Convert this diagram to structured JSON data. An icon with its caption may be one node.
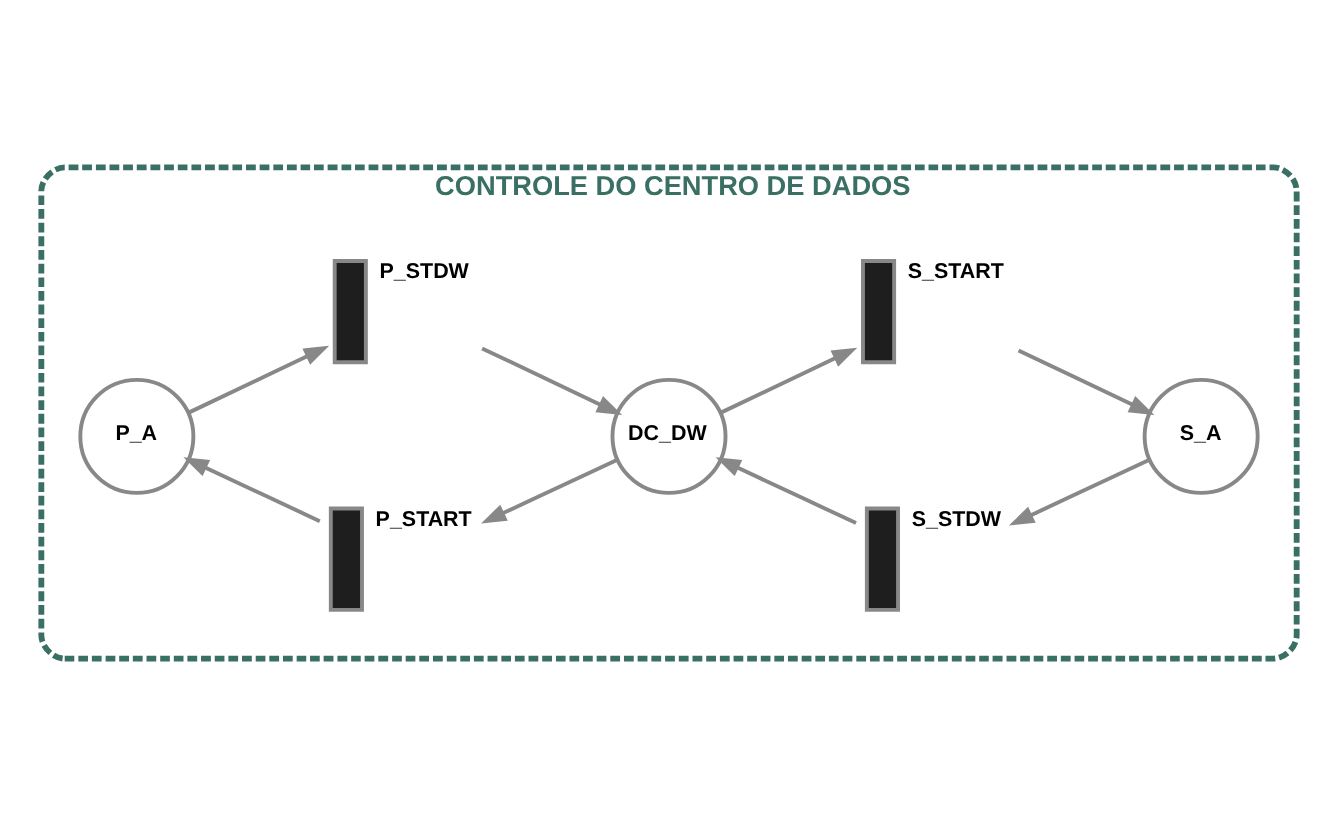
{
  "diagram": {
    "nodes": [
      {
        "text": [
          "CONTROLE DO CENTRO DE DADOS"
        ]
      },
      {
        "text": [
          "P_START"
        ],
        "in": 0
      },
      {
        "text": [
          "S_STDW"
        ],
        "in": 0
      },
      {
        "text": [
          "P_A"
        ],
        "in": 0
      },
      {
        "text": [
          "DC_DW"
        ],
        "in": 0
      },
      {
        "text": [
          "S_A"
        ],
        "in": 0
      },
      {
        "text": [
          "P_STDW"
        ],
        "in": 0
      },
      {
        "text": [
          "S_START"
        ],
        "in": 0
      }
    ],
    "edges": [
      {
        "from": 3,
        "to": 6,
        "arrow": "to"
      },
      {
        "from": 6,
        "to": 4,
        "arrow": "to"
      },
      {
        "from": 4,
        "to": 1,
        "arrow": "to"
      },
      {
        "from": 1,
        "to": 3,
        "arrow": "to"
      },
      {
        "from": 4,
        "to": 7,
        "arrow": "to"
      },
      {
        "from": 7,
        "to": 5,
        "arrow": "to"
      },
      {
        "from": 5,
        "to": 2,
        "arrow": "to"
      },
      {
        "from": 2,
        "to": 4,
        "arrow": "to"
      }
    ]
  }
}
